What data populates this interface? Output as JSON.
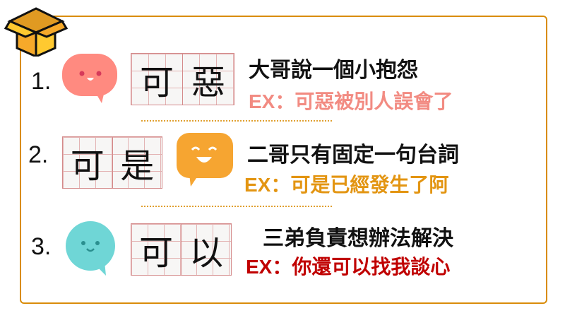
{
  "rows": [
    {
      "number": "1.",
      "chars": [
        "可",
        "惡"
      ],
      "title": "大哥說一個小抱怨",
      "example": "EX：可惡被別人誤會了",
      "color": "#f28b82"
    },
    {
      "number": "2.",
      "chars": [
        "可",
        "是"
      ],
      "title": "二哥只有固定一句台詞",
      "example": "EX：可是已經發生了阿",
      "color": "#e39512"
    },
    {
      "number": "3.",
      "chars": [
        "可",
        "以"
      ],
      "title": "三弟負責想辦法解決",
      "example": "EX：你還可以找我談心",
      "color": "#c00000"
    }
  ],
  "colors": {
    "border": "#d98c0a",
    "pink": "#ff8a80",
    "orange": "#f6a531",
    "teal": "#6fd6d6"
  }
}
